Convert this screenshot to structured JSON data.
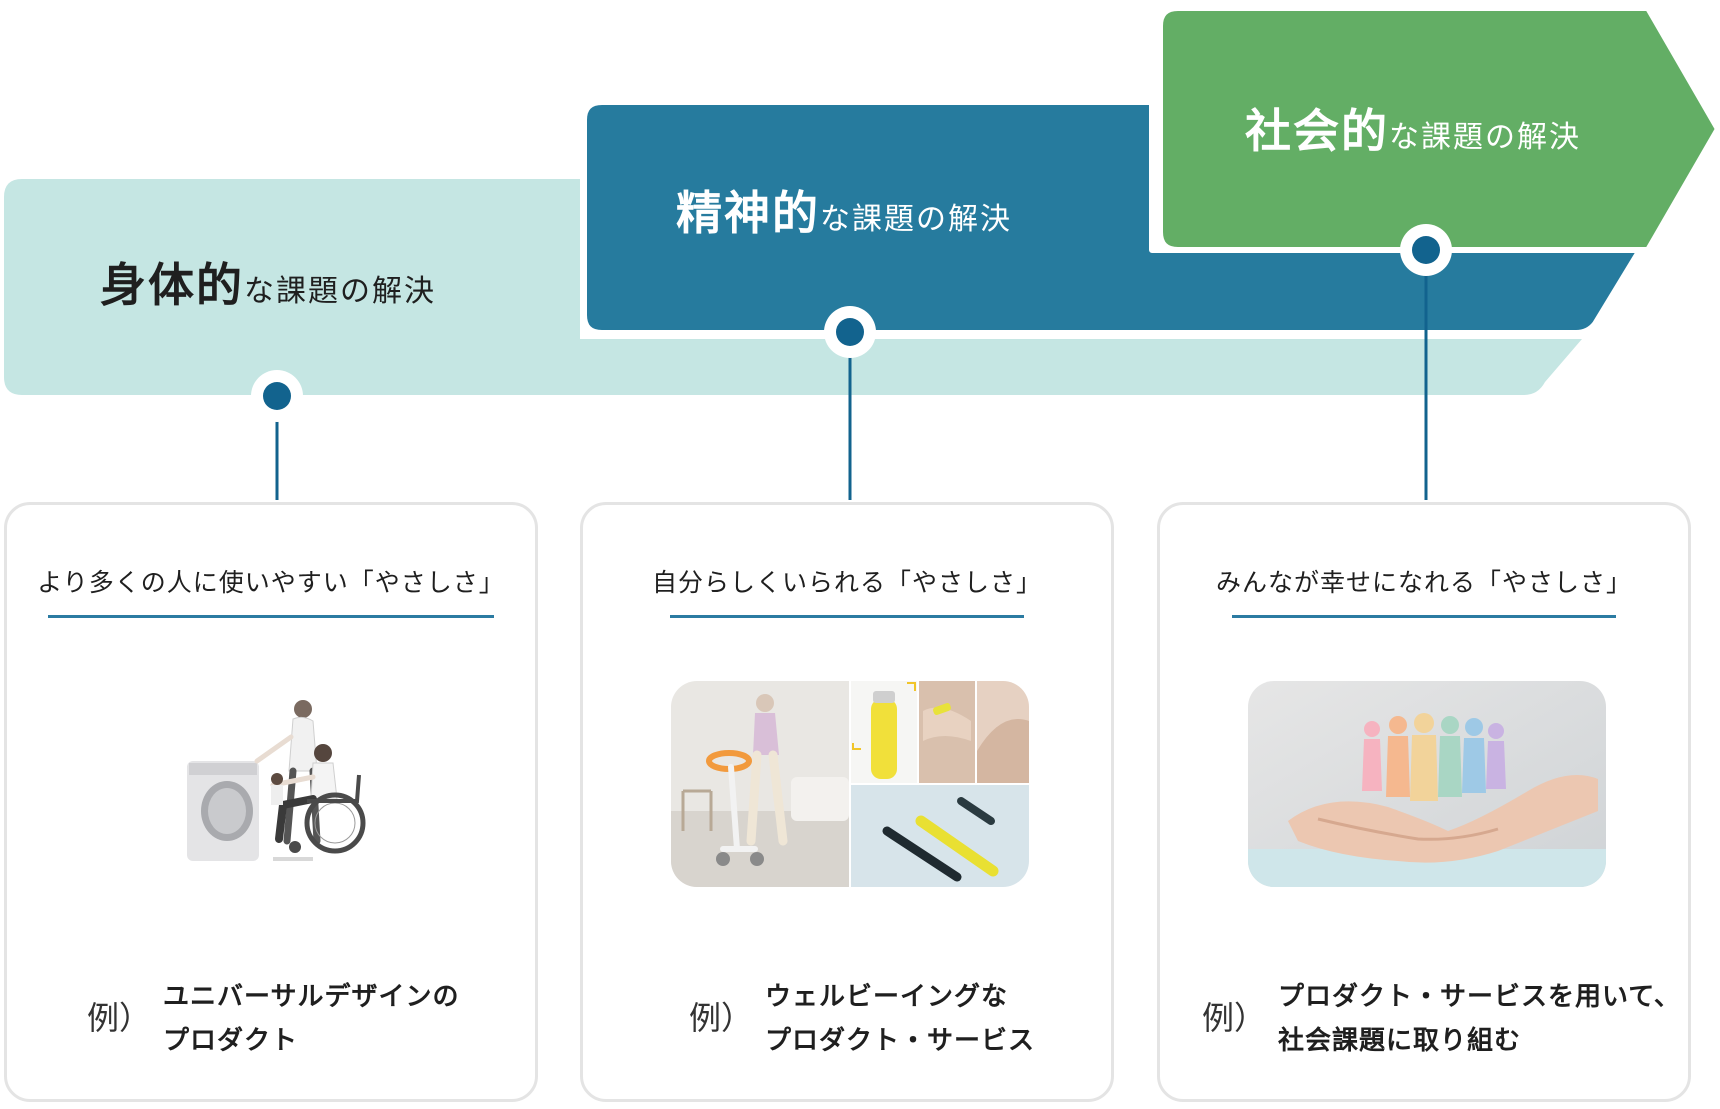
{
  "colors": {
    "band_physical": "#c5e6e3",
    "band_mental": "#267b9e",
    "band_social": "#63ae65",
    "connector": "#12638e",
    "rule": "#2b7ba2"
  },
  "bands": [
    {
      "title_big": "身体的",
      "title_small": "な課題の解決"
    },
    {
      "title_big": "精神的",
      "title_small": "な課題の解決"
    },
    {
      "title_big": "社会的",
      "title_small": "な課題の解決"
    }
  ],
  "cards": [
    {
      "heading": "より多くの人に使いやすい「やさしさ」",
      "image_icon": "washing-machine-wheelchair-photo",
      "example_prefix": "例）",
      "example_lines": [
        "ユニバーサルデザインの",
        "プロダクト"
      ]
    },
    {
      "heading": "自分らしくいられる「やさしさ」",
      "image_icon": "walker-and-trimmer-photo",
      "example_prefix": "例）",
      "example_lines": [
        "ウェルビーイングな",
        "プロダクト・サービス"
      ]
    },
    {
      "heading": "みんなが幸せになれる「やさしさ」",
      "image_icon": "hands-paper-people-photo",
      "example_prefix": "例）",
      "example_lines": [
        "プロダクト・サービスを用いて、",
        "社会課題に取り組む"
      ]
    }
  ]
}
